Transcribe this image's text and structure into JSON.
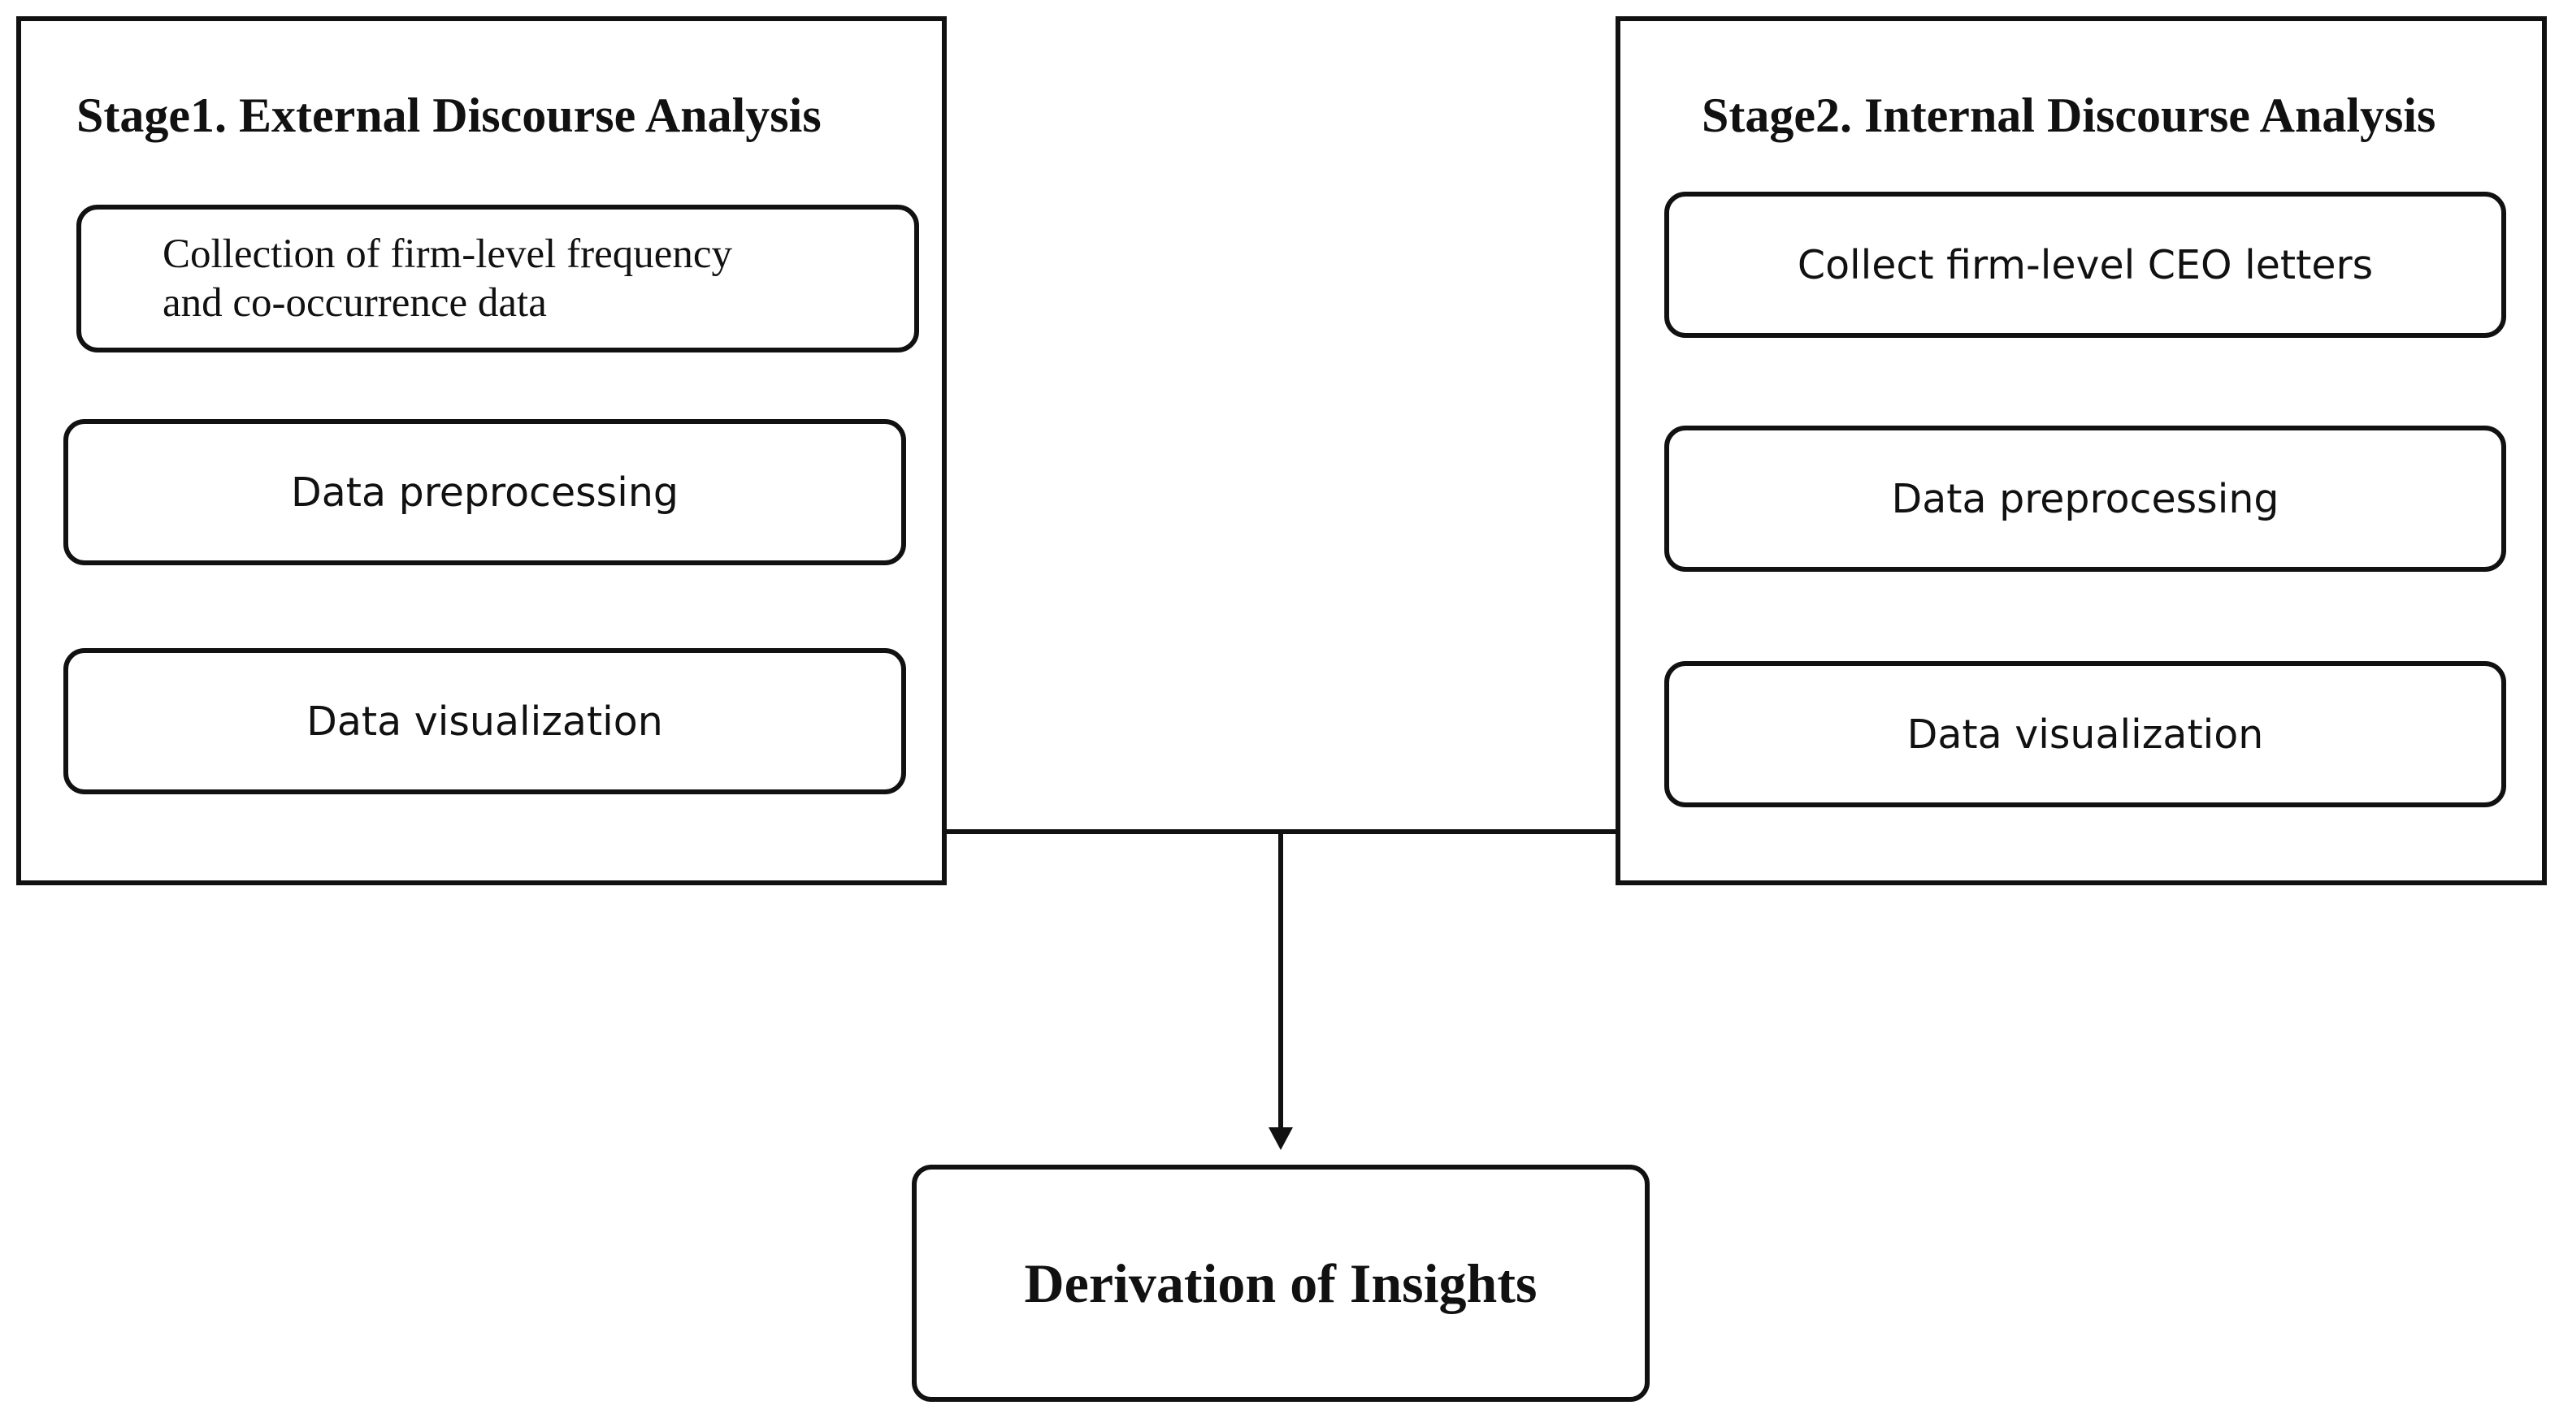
{
  "stages": [
    {
      "title": "Stage1. External Discourse Analysis",
      "steps": [
        "Collection of firm-level frequency\nand co-occurrence data",
        "Data preprocessing",
        "Data visualization"
      ]
    },
    {
      "title": "Stage2. Internal Discourse Analysis",
      "steps": [
        "Collect firm-level CEO letters",
        "Data preprocessing",
        "Data visualization"
      ]
    }
  ],
  "result": {
    "label": "Derivation of Insights"
  }
}
